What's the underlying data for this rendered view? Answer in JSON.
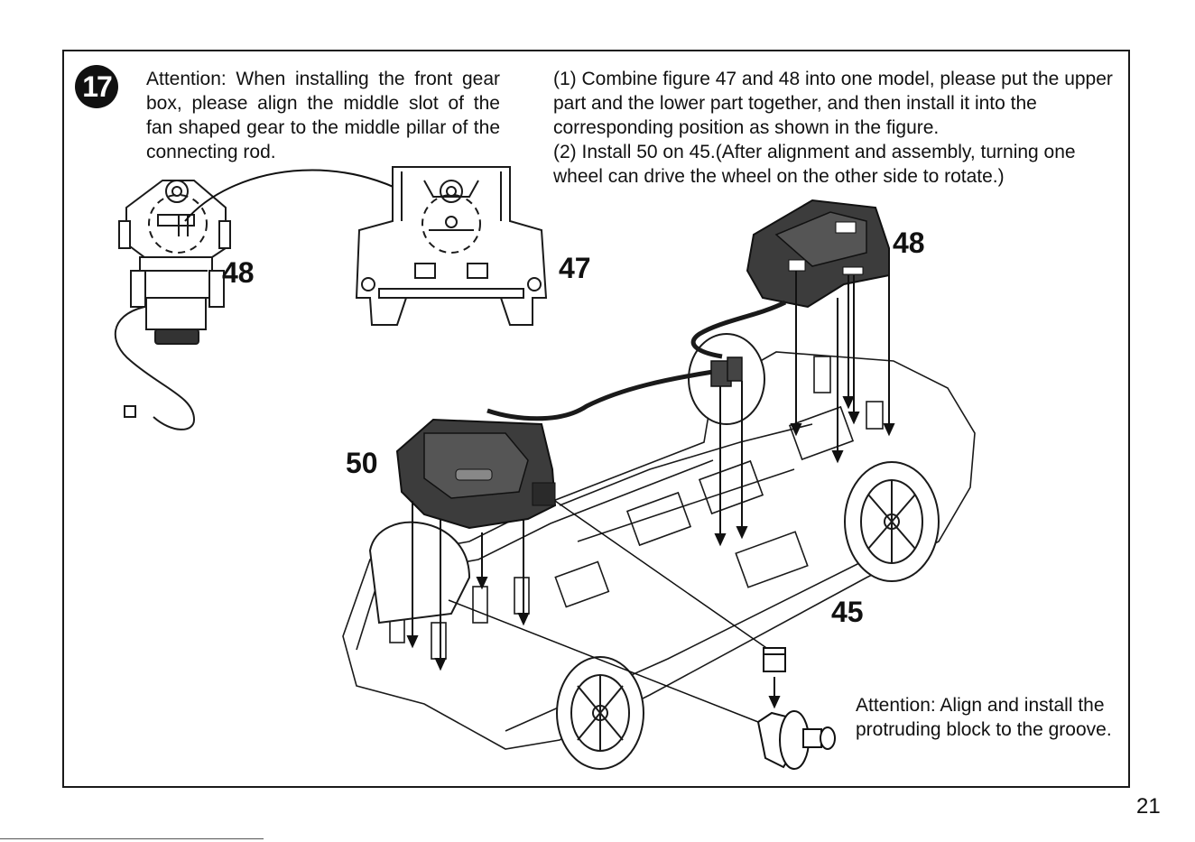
{
  "step": {
    "number": "17"
  },
  "notes": {
    "left": "Attention: When installing the front gear box, please align the middle slot of the fan shaped gear to the middle pillar of the connecting rod.",
    "right_1": "(1) Combine figure 47 and 48 into one model, please put the upper part and the lower part together, and then install it into the corresponding position as shown in the figure.",
    "right_2": "(2) Install 50 on 45.(After alignment and assembly, turning one wheel can drive the wheel on the other side to rotate.)",
    "bottom": "Attention: Align and install the protruding block to the groove."
  },
  "labels": {
    "part_48_left": "48",
    "part_47": "47",
    "part_48_right": "48",
    "part_50": "50",
    "part_45": "45"
  },
  "page": {
    "number": "21"
  },
  "colors": {
    "line": "#1a1a1a",
    "gearbox": "#3c3c3c",
    "gearbox_dark": "#222222"
  }
}
